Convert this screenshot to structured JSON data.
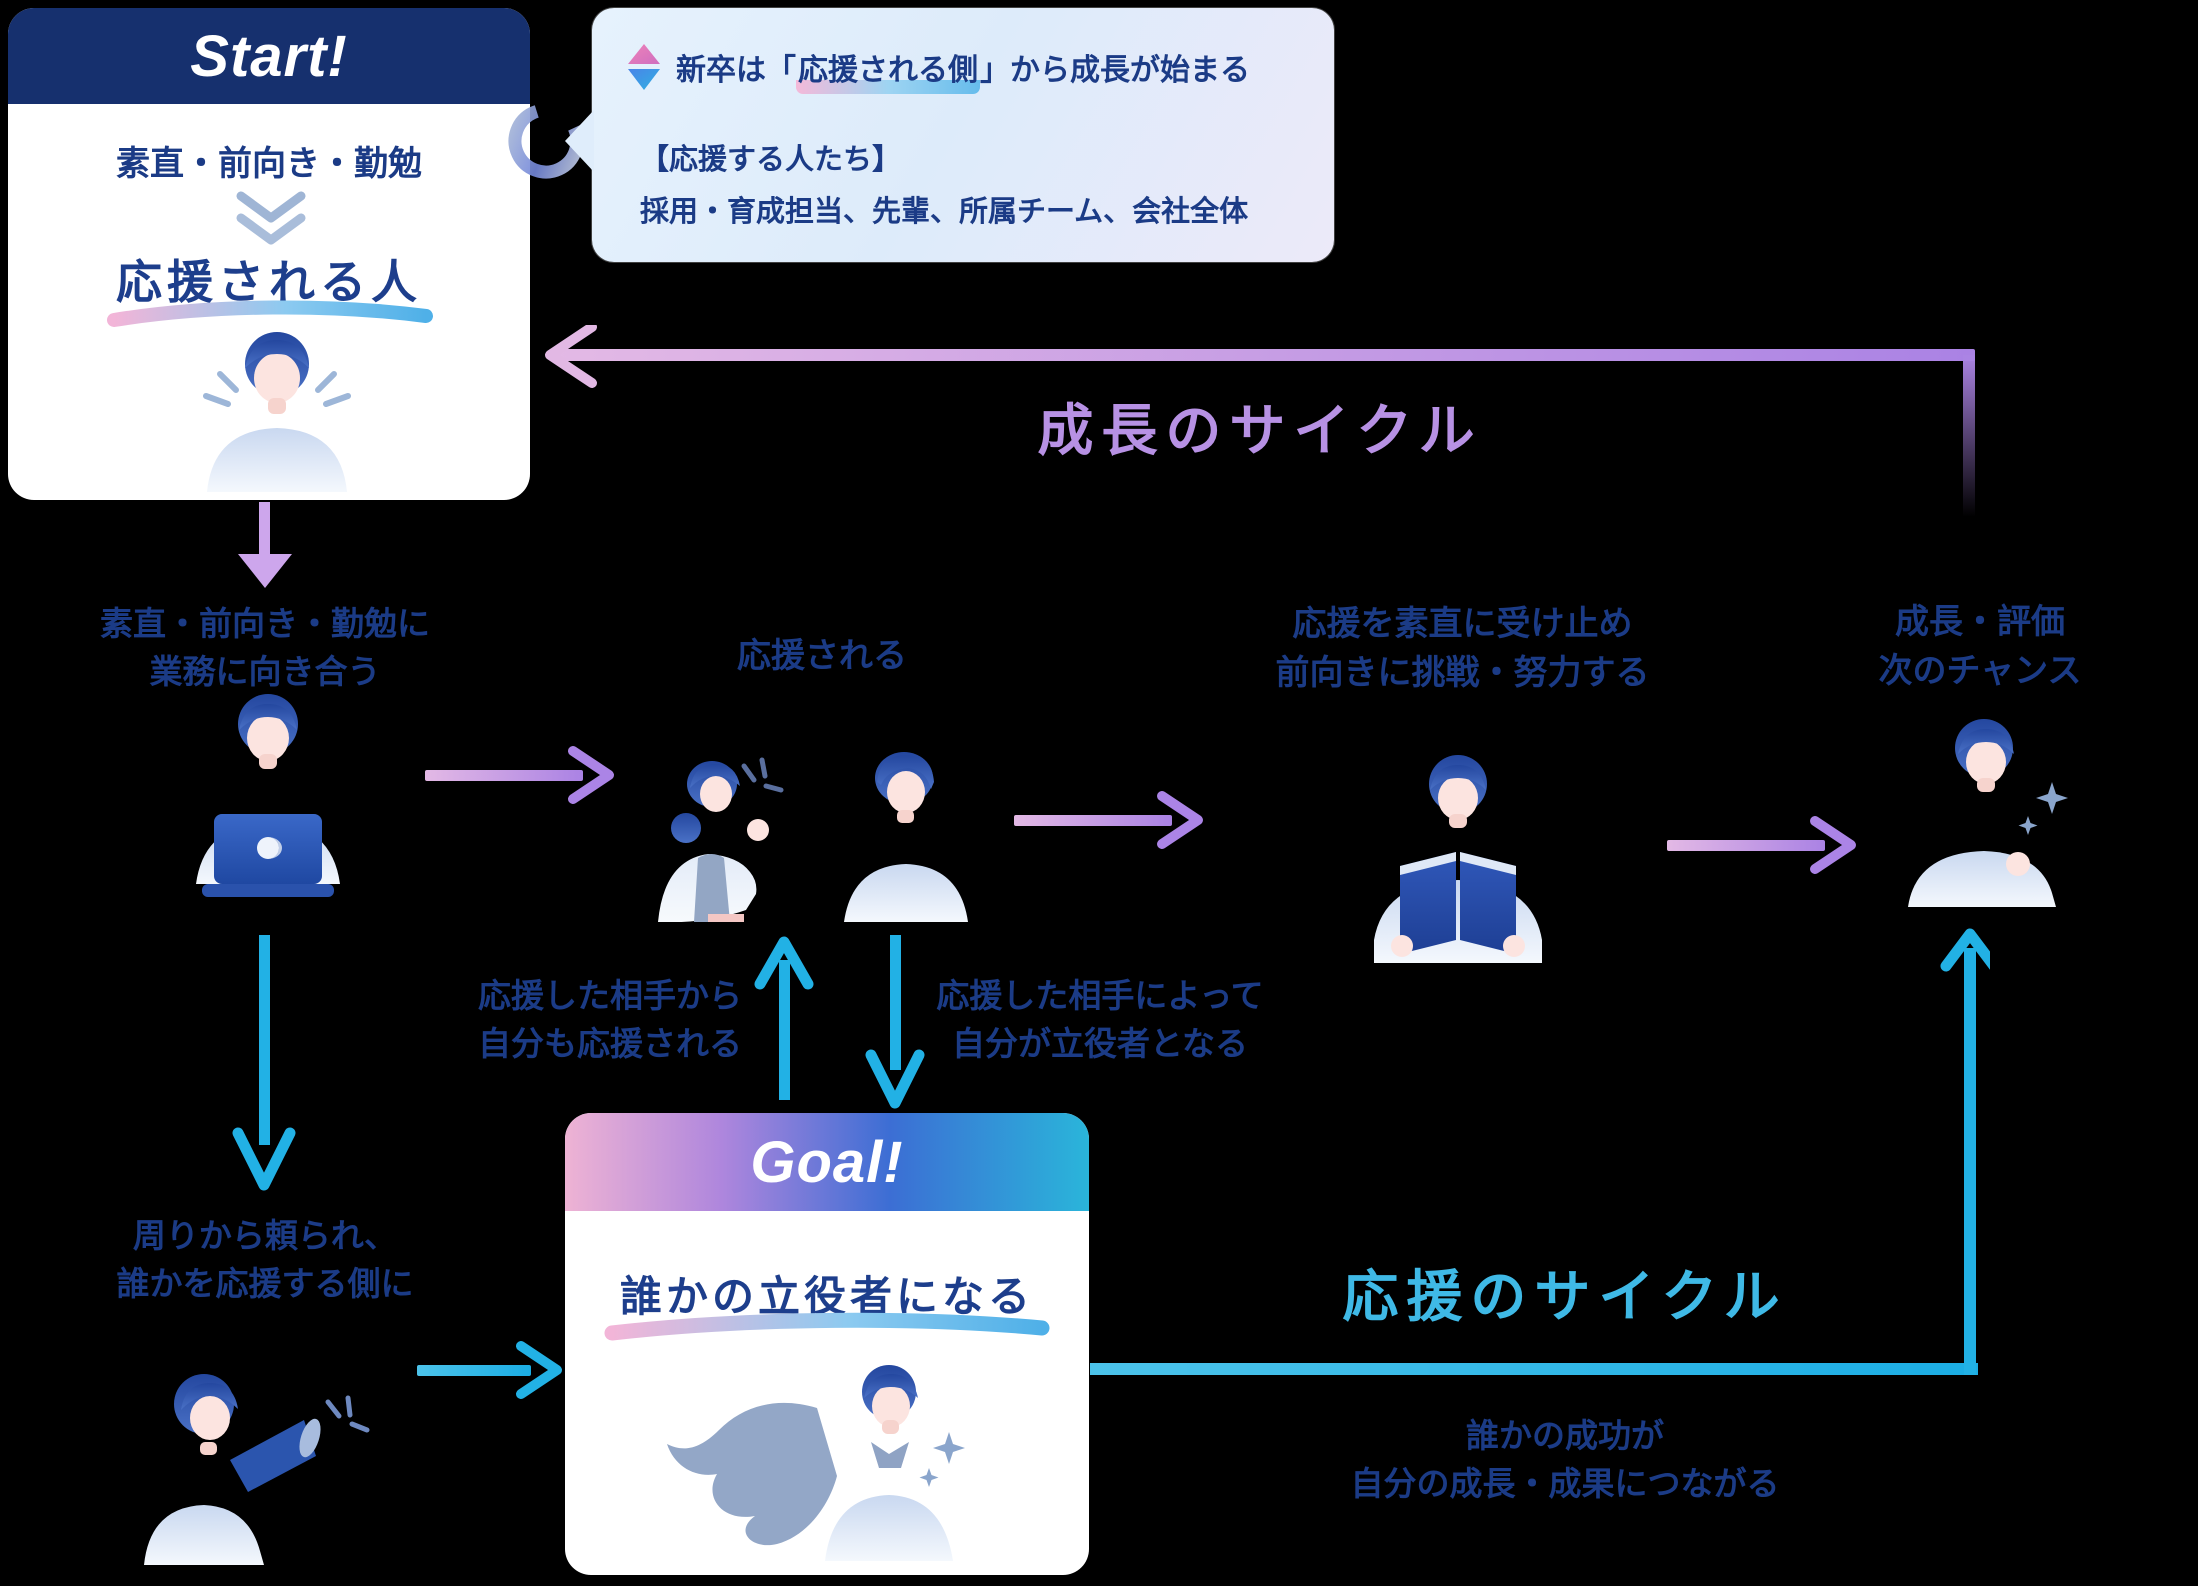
{
  "colors": {
    "background": "#000000",
    "navy_text": "#1b3b86",
    "start_header_bg": "#16306e",
    "purple_arrow": "#b38ae4",
    "growth_cycle_text": "#b791e4",
    "cyan_arrow": "#22b1e5",
    "support_cycle_text": "#3fb9e6",
    "goal_header_gradient": [
      "#eeb3d4",
      "#ae86dd",
      "#3c6ed4",
      "#2ab5da"
    ]
  },
  "start_box": {
    "title": "Start!",
    "traits": "素直・前向き・勤勉",
    "result": "応援される人"
  },
  "callout": {
    "line1_prefix": "新卒は「",
    "line1_highlight": "応援される側",
    "line1_suffix": "」から成長が始まる",
    "heading": "【応援する人たち】",
    "members": "採用・育成担当、先輩、所属チーム、会社全体"
  },
  "growth_cycle_label": "成長のサイクル",
  "support_cycle_label": "応援のサイクル",
  "steps": {
    "work": {
      "line1": "素直・前向き・勤勉に",
      "line2": "業務に向き合う"
    },
    "supported": {
      "label": "応援される"
    },
    "challenge": {
      "line1": "応援を素直に受け止め",
      "line2": "前向きに挑戦・努力する"
    },
    "growth": {
      "line1": "成長・評価",
      "line2": "次のチャンス"
    }
  },
  "notes": {
    "supported_back": {
      "line1": "応援した相手から",
      "line2": "自分も応援される"
    },
    "key_player": {
      "line1": "応援した相手によって",
      "line2": "自分が立役者となる"
    },
    "side_change": {
      "line1": "周りから頼られ、",
      "line2": "誰かを応援する側に"
    },
    "success_link": {
      "line1": "誰かの成功が",
      "line2": "自分の成長・成果につながる"
    }
  },
  "goal_box": {
    "title": "Goal!",
    "result": "誰かの立役者になる"
  }
}
